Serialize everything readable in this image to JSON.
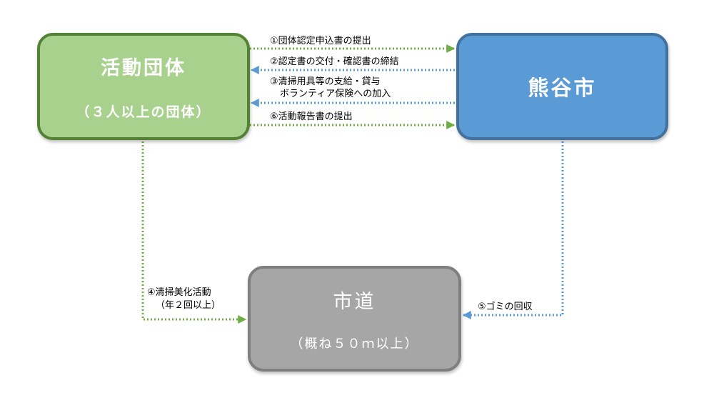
{
  "nodes": {
    "group": {
      "title": "活動団体",
      "subtitle": "（３人以上の団体）"
    },
    "city": {
      "title": "熊谷市"
    },
    "road": {
      "title": "市道",
      "subtitle": "（概ね５０ｍ以上）"
    }
  },
  "steps": {
    "s1": "①団体認定申込書の提出",
    "s2": "②認定書の交付・確認書の締結",
    "s3_line1": "③清掃用具等の支給・貸与",
    "s3_line2": "ボランティア保険への加入",
    "s4_line1": "④清掃美化活動",
    "s4_line2": "（年２回以上）",
    "s5": "⑤ゴミの回収",
    "s6": "⑥活動報告書の提出"
  },
  "colors": {
    "green_fill": "#a9d18e",
    "green_border": "#548235",
    "green_arrow": "#70ad47",
    "blue_fill": "#5b9bd5",
    "blue_border": "#41719c",
    "gray_fill": "#a6a6a6",
    "gray_border": "#7f7f7f"
  }
}
